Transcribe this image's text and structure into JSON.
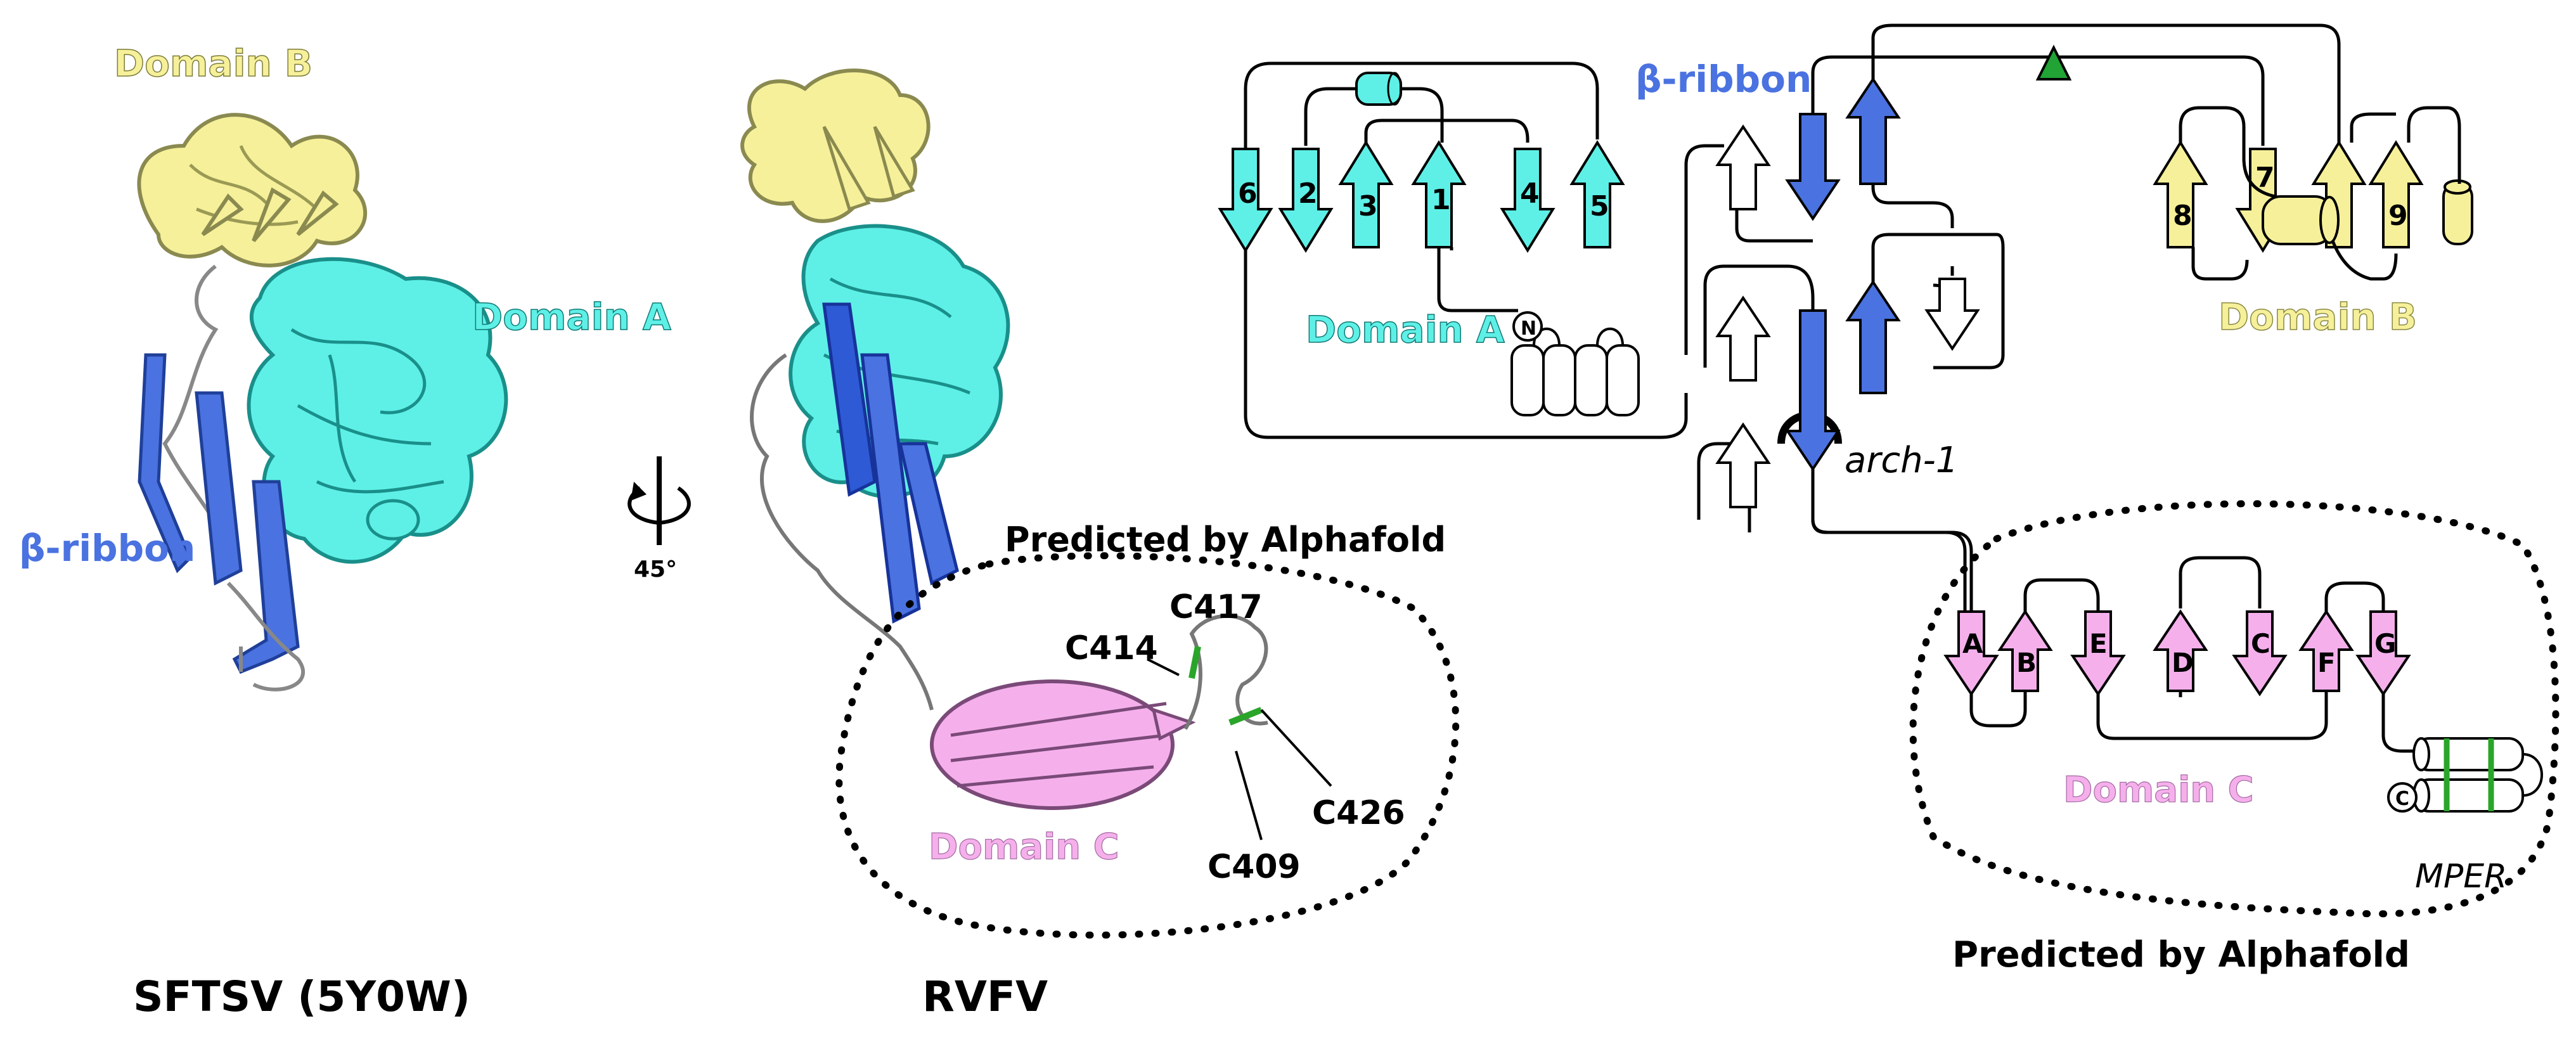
{
  "colors": {
    "domain_a": "#5ef0e6",
    "domain_b": "#f6f09a",
    "beta_ribbon": "#4a72e0",
    "domain_c": "#f5b0ec",
    "linker": "#ffffff",
    "disulfide": "#2aa52a",
    "glycan": "#21a336"
  },
  "structures": {
    "sftsv": {
      "caption": "SFTSV (5Y0W)",
      "domain_b_label": "Domain B",
      "domain_a_label": "Domain A",
      "beta_ribbon_label": "β-ribbon"
    },
    "rotation": {
      "angle_label": "45°",
      "icon": "rotation-arrow-icon"
    },
    "rvfv": {
      "caption": "RVFV",
      "predicted_label": "Predicted by Alphafold",
      "domain_c_label": "Domain C",
      "cysteines": [
        "C417",
        "C414",
        "C426",
        "C409"
      ]
    }
  },
  "topology": {
    "domain_a": {
      "label": "Domain A",
      "strands": [
        "6",
        "2",
        "3",
        "1",
        "4",
        "5"
      ],
      "n_terminus": "N"
    },
    "beta_ribbon": {
      "label": "β-ribbon"
    },
    "domain_b": {
      "label": "Domain B",
      "strands": [
        "8",
        "7",
        "9"
      ]
    },
    "arch_label": "arch-1",
    "domain_c": {
      "label": "Domain C",
      "strands": [
        "A",
        "B",
        "E",
        "D",
        "C",
        "F",
        "G"
      ]
    },
    "mper": {
      "label": "MPER",
      "c_terminus": "C"
    },
    "predicted_label": "Predicted by Alphafold",
    "glycan_icon": "glycan-triangle-icon"
  }
}
